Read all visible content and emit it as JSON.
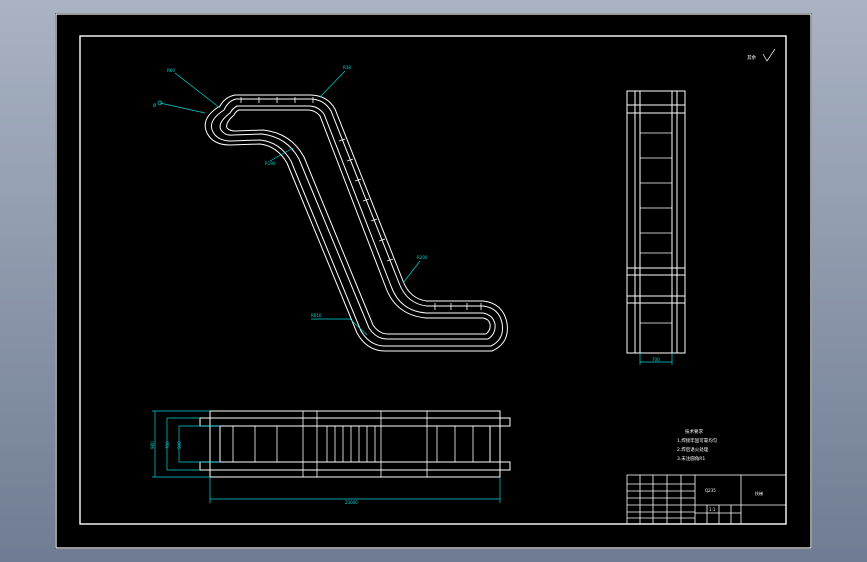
{
  "colors": {
    "background": "#000000",
    "lines": "#ffffff",
    "dimensions": "#00d8d8",
    "app_frame": "#8f9aad"
  },
  "side_view": {
    "labels": {
      "top_left_radius": "R60",
      "hole": "Ø",
      "top_right": "R38",
      "inner_radius": "R190",
      "bottom_right": "R200",
      "bottom_left": "R810"
    }
  },
  "front_view": {
    "width_dim": "700"
  },
  "bottom_view": {
    "length_dim": "23000",
    "height_outer_dim": "980",
    "height_inner_dim": "700",
    "height_mid_dim": "500"
  },
  "surface_note": "其余",
  "tech_requirements": {
    "title": "技术要求",
    "items": [
      "1.焊接牢固可靠均匀",
      "2.焊后退火处理",
      "3.未注圆角R1"
    ]
  },
  "title_block": {
    "drawing_name": "扶梯",
    "material": "Q235",
    "scale": "1:1"
  }
}
